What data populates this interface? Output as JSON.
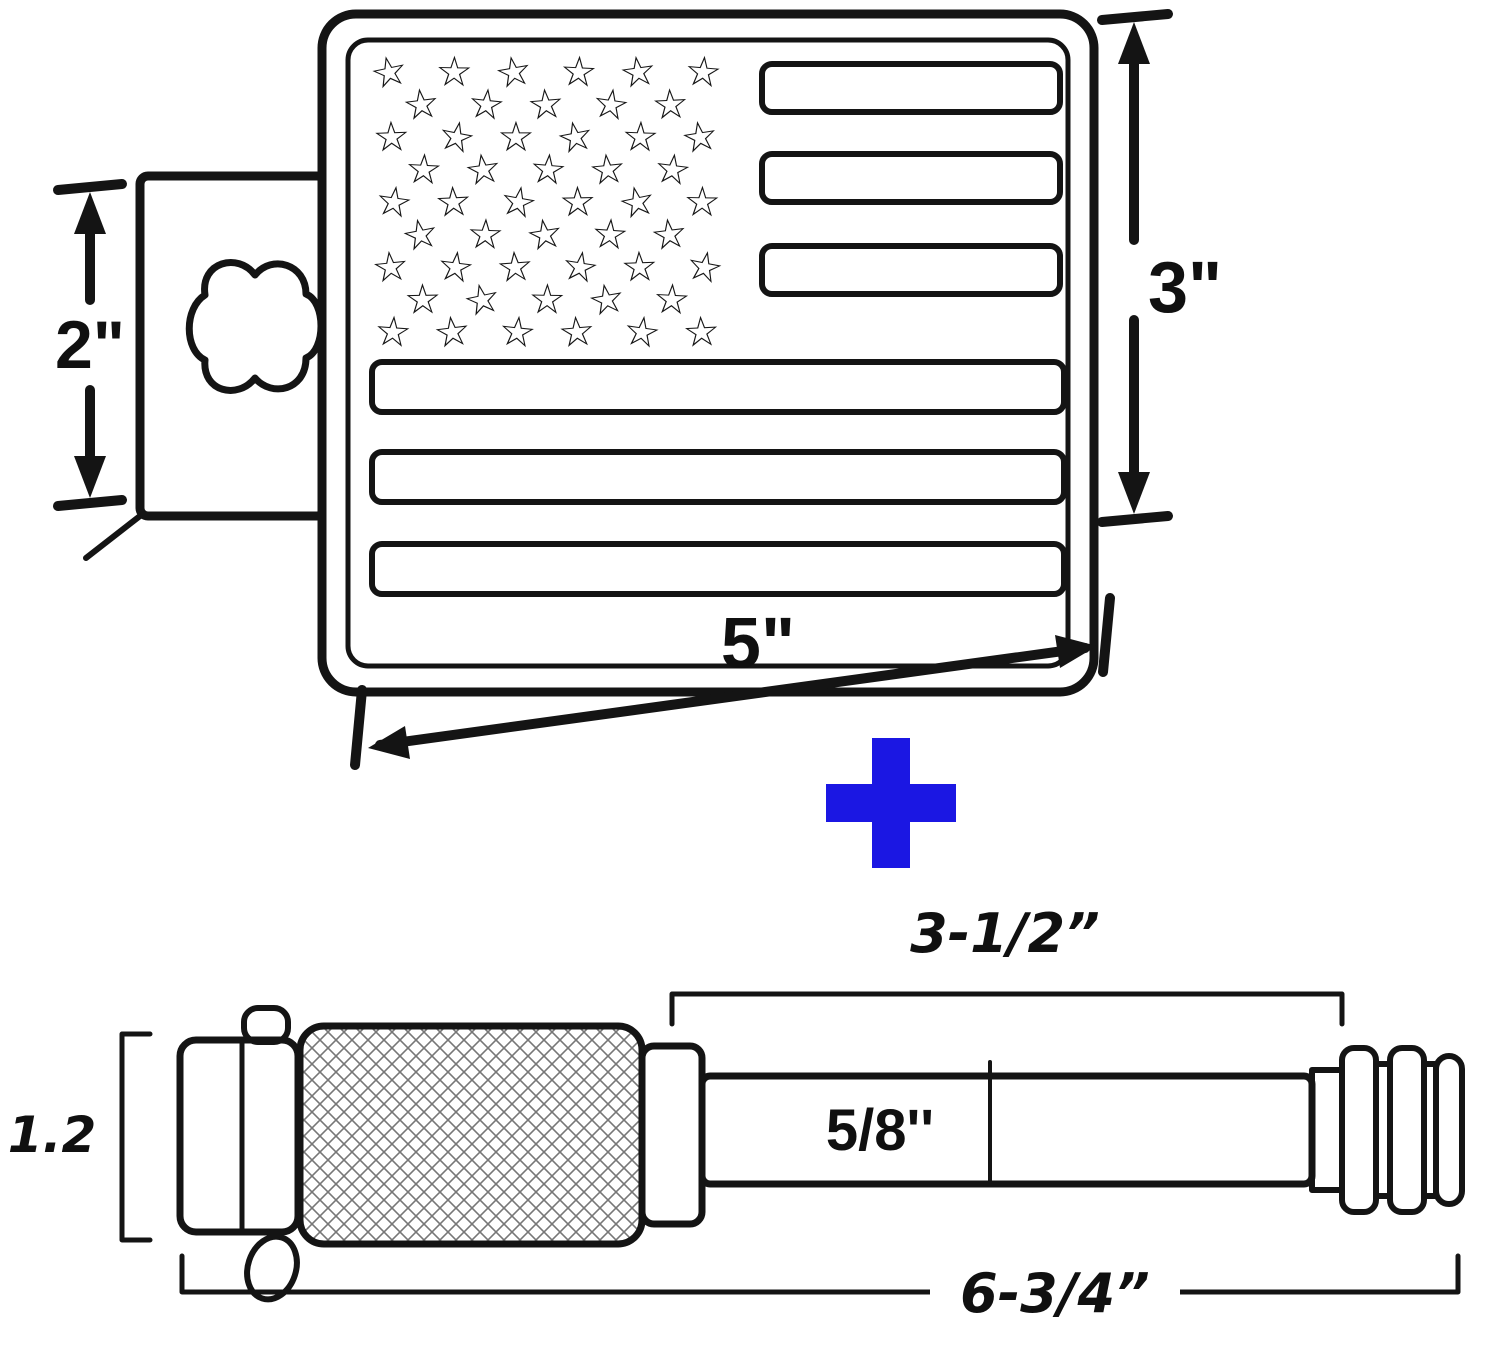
{
  "page": {
    "background": "#ffffff"
  },
  "colors": {
    "line": "#141414",
    "plus": "#1b17e3",
    "knurl": "#777777"
  },
  "flag_cover": {
    "star_glyph": "☆",
    "star_rows": [
      6,
      5,
      6,
      5,
      6,
      5,
      6,
      5,
      6
    ],
    "dimensions": {
      "tube_height": "2\"",
      "plate_height": "3\"",
      "plate_width": "5\""
    }
  },
  "plus": {
    "symbol": "+"
  },
  "hitch_pin": {
    "dimensions": {
      "usable_length": "3-1/2”",
      "head_height": "1.2",
      "shaft_diameter": "5/8''",
      "total_length": "6-3/4”"
    }
  }
}
